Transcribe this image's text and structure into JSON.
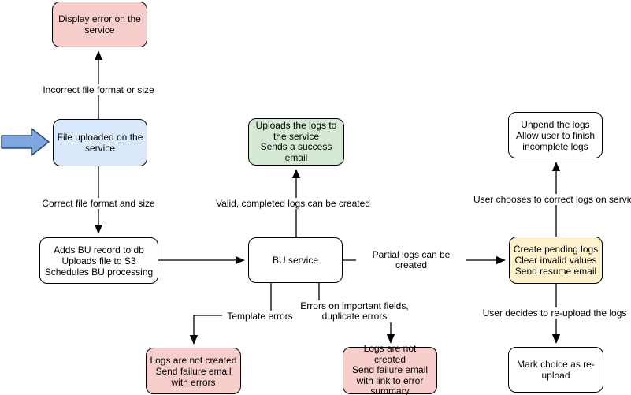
{
  "nodes": {
    "display_error": {
      "text": "Display error on the\nservice",
      "fill": "#f8cecc"
    },
    "file_uploaded": {
      "text": "File uploaded on the\nservice",
      "fill": "#dae8fc"
    },
    "adds_bu_record": {
      "text": "Adds BU record to db\nUploads file to S3\nSchedules BU processing",
      "fill": "#ffffff"
    },
    "uploads_logs": {
      "text": "Uploads the logs to\nthe service\nSends a success\nemail",
      "fill": "#d5e8d4"
    },
    "bu_service": {
      "text": "BU service",
      "fill": "#ffffff"
    },
    "create_pending": {
      "text": "Create pending logs\nClear invalid values\nSend resume email",
      "fill": "#fff2cc"
    },
    "unpend_logs": {
      "text": "Unpend the logs\nAllow user to finish\nincomplete logs",
      "fill": "#ffffff"
    },
    "mark_choice": {
      "text": "Mark choice as re-\nupload",
      "fill": "#ffffff"
    },
    "logs_not_created_errors": {
      "text": "Logs are not created\nSend failure email\nwith errors",
      "fill": "#f8cecc"
    },
    "logs_not_created_summary": {
      "text": "Logs are not created\nSend failure email\nwith link to error\nsummary",
      "fill": "#f8cecc"
    }
  },
  "edge_labels": {
    "incorrect_format": "Incorrect file format or size",
    "correct_format": "Correct file format and size",
    "valid_logs": "Valid, completed logs can be created",
    "partial_logs": "Partial logs can be created",
    "user_corrects": "User chooses to correct logs on service",
    "user_reuploads": "User decides to re-upload the logs",
    "template_errors": "Template errors",
    "important_field_errors": "Errors on important fields,\nduplicate errors"
  },
  "colors": {
    "node_pink": "#f8cecc",
    "node_blue": "#dae8fc",
    "node_green": "#d5e8d4",
    "node_yellow": "#fff2cc",
    "node_white": "#ffffff",
    "node_border": "#000000",
    "edge_stroke": "#000000",
    "input_arrow_fill": "#7ea6e0",
    "input_arrow_stroke": "#2d4a6d"
  }
}
